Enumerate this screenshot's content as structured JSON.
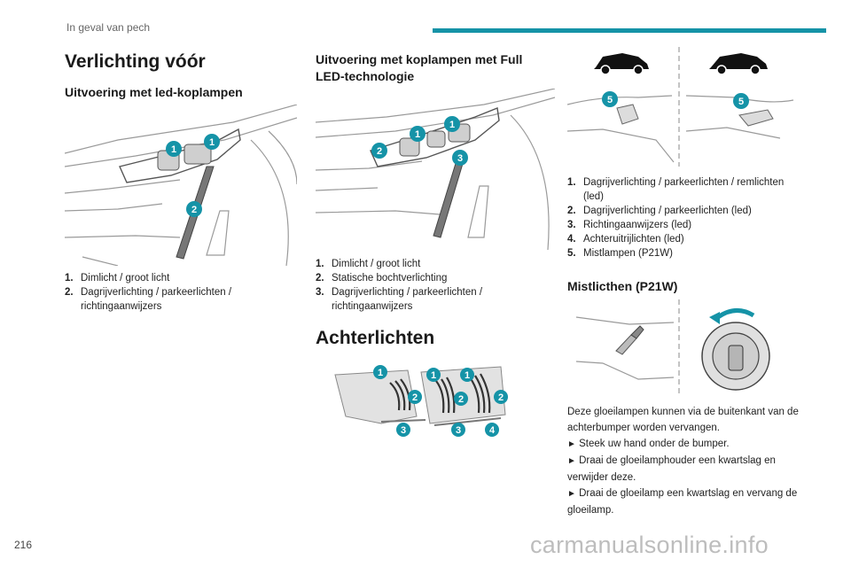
{
  "header": {
    "section": "In geval van pech",
    "accent_color": "#1593a7"
  },
  "page_number": "216",
  "watermark": "carmanualsonline.info",
  "col1": {
    "title": "Verlichting vóór",
    "subtitle": "Uitvoering met led-koplampen",
    "legend": [
      {
        "n": "1.",
        "text": "Dimlicht / groot licht"
      },
      {
        "n": "2.",
        "text": "Dagrijverlichting / parkeerlichten / richtingaanwijzers"
      }
    ]
  },
  "col2": {
    "subtitle": "Uitvoering met koplampen met Full LED-technologie",
    "legend": [
      {
        "n": "1.",
        "text": "Dimlicht / groot licht"
      },
      {
        "n": "2.",
        "text": "Statische bochtverlichting"
      },
      {
        "n": "3.",
        "text": "Dagrijverlichting / parkeerlichten / richtingaanwijzers"
      }
    ],
    "rear_title": "Achterlichten"
  },
  "col3": {
    "legend": [
      {
        "n": "1.",
        "text": "Dagrijverlichting / parkeerlichten / remlichten (led)"
      },
      {
        "n": "2.",
        "text": "Dagrijverlichting / parkeerlichten (led)"
      },
      {
        "n": "3.",
        "text": "Richtingaanwijzers (led)"
      },
      {
        "n": "4.",
        "text": "Achteruitrijlichten (led)"
      },
      {
        "n": "5.",
        "text": "Mistlampen (P21W)"
      }
    ],
    "fog_title": "Mistlicthen (P21W)",
    "para_intro": "Deze gloeilampen kunnen via de buitenkant van de achterbumper worden vervangen.",
    "steps": [
      "Steek uw hand onder de bumper.",
      "Draai de gloeilamphouder een kwartslag en verwijder deze.",
      "Draai de gloeilamp een kwartslag en vervang de gloeilamp."
    ],
    "step_marker": "►"
  },
  "callouts": {
    "one": "1",
    "two": "2",
    "three": "3",
    "four": "4",
    "five": "5"
  }
}
